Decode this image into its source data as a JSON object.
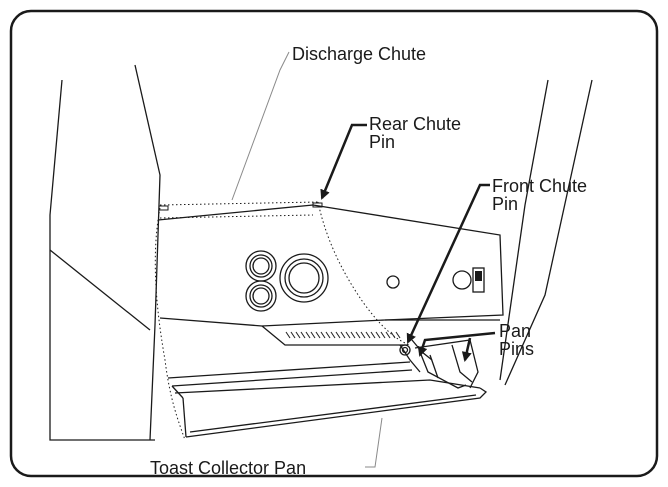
{
  "labels": {
    "discharge_chute": "Discharge Chute",
    "rear_chute_pin": [
      "Rear Chute",
      "Pin"
    ],
    "front_chute_pin": [
      "Front Chute",
      "Pin"
    ],
    "pan_pins": [
      "Pan",
      "Pins"
    ],
    "toast_collector_pan": "Toast Collector Pan"
  },
  "colors": {
    "line": "#1a1a1a",
    "leader": "#8a8a8a",
    "hatch": "#2a2a2a"
  }
}
